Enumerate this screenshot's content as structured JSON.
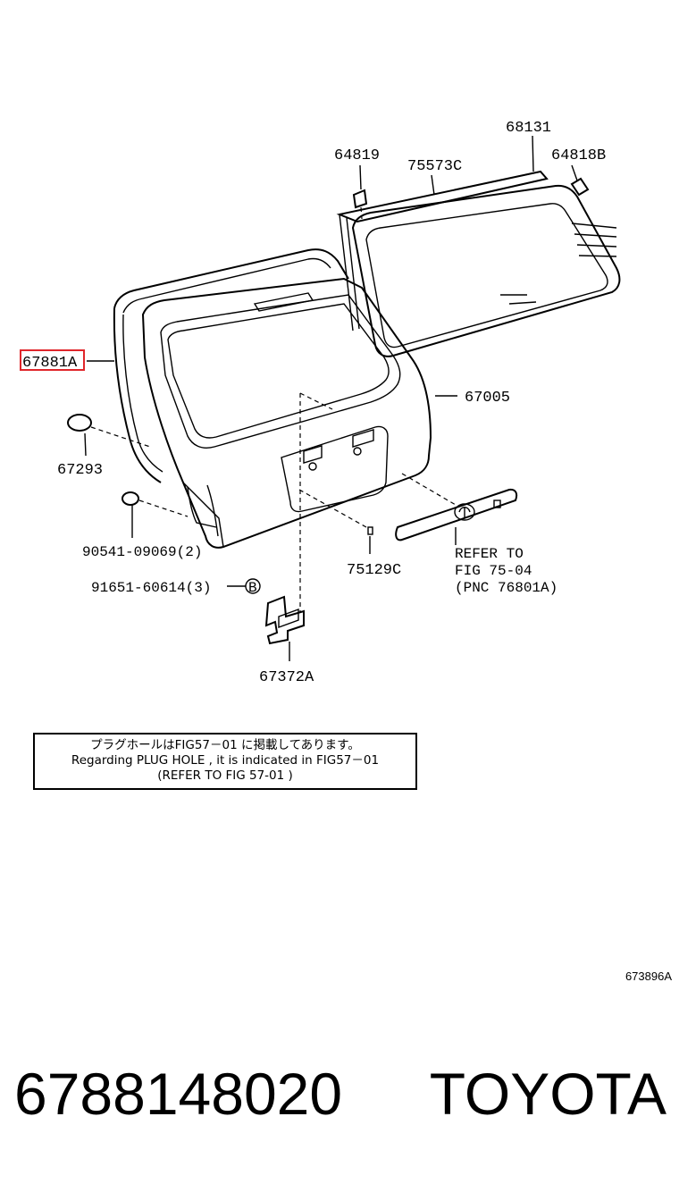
{
  "labels": {
    "p68131": "68131",
    "p64819": "64819",
    "p75573C": "75573C",
    "p64818B": "64818B",
    "p67881A": "67881A",
    "p67005": "67005",
    "p67293": "67293",
    "p90541": "90541-09069(2)",
    "p91651": "91651-60614(3)",
    "p75129C": "75129C",
    "p67372A": "67372A",
    "refer1": "REFER TO",
    "refer2": "FIG 75-04",
    "refer3": "(PNC 76801A)",
    "bolt_letter": "B"
  },
  "highlight_color": "#e0262b",
  "note": {
    "line1": "プラグホールはFIG57－01 に掲載してあります。",
    "line2": "Regarding  PLUG  HOLE  ,  it  is  indicated  in  FIG57－01",
    "line3": "(REFER TO FIG 57-01   )"
  },
  "catalog_code": "673896A",
  "footer": {
    "part_number": "6788148020",
    "brand": "TOYOTA"
  }
}
